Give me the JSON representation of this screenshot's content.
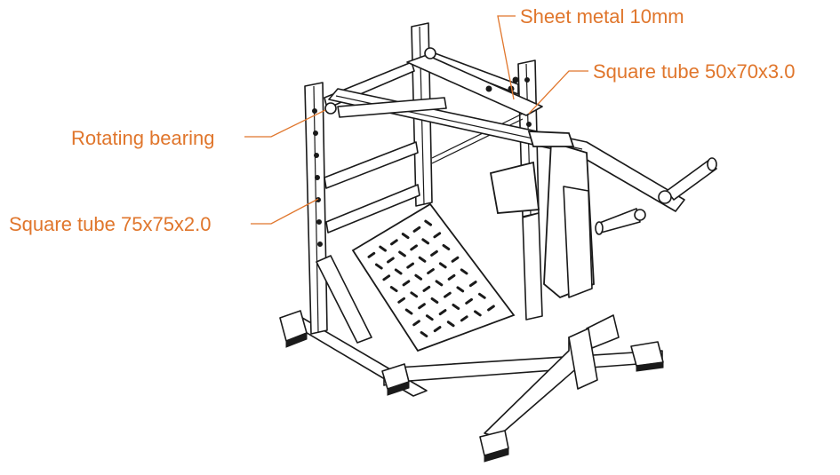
{
  "annotations": {
    "sheet_metal": "Sheet metal 10mm",
    "square_tube_top": "Square tube 50x70x3.0",
    "rotating_bearing": "Rotating bearing",
    "square_tube_frame": "Square tube 75x75x2.0"
  },
  "colors": {
    "annotation": "#e0762c",
    "line_art": "#1a1a1a",
    "background": "#ffffff"
  }
}
